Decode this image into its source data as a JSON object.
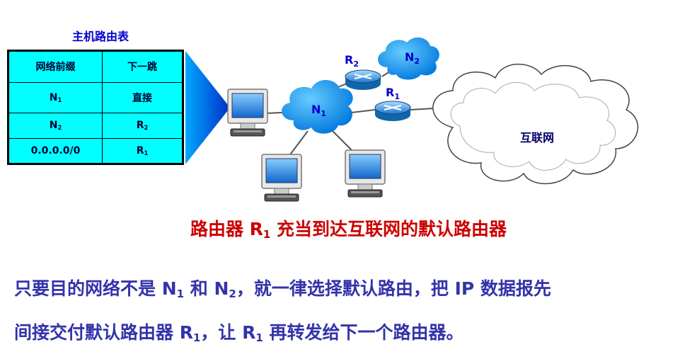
{
  "table": {
    "title": "主机路由表",
    "header": [
      "网络前缀",
      "下一跳"
    ],
    "rows": [
      {
        "prefix_main": "N",
        "prefix_sub": "1",
        "hop_main": "直接",
        "hop_sub": ""
      },
      {
        "prefix_main": "N",
        "prefix_sub": "2",
        "hop_main": "R",
        "hop_sub": "2"
      },
      {
        "prefix_main": "0.0.0.0/0",
        "prefix_sub": "",
        "hop_main": "R",
        "hop_sub": "1"
      }
    ]
  },
  "diagram": {
    "n1_main": "N",
    "n1_sub": "1",
    "n2_main": "N",
    "n2_sub": "2",
    "r1_main": "R",
    "r1_sub": "1",
    "r2_main": "R",
    "r2_sub": "2",
    "internet": "互联网"
  },
  "headline": {
    "a": "路由器 R",
    "sub": "1",
    "b": " 充当到达互联网的默认路由器"
  },
  "explanation": {
    "l1_a": "只要目的网络不是 N",
    "l1_s1": "1",
    "l1_b": " 和 N",
    "l1_s2": "2",
    "l1_c": "，就一律选择默认路由，把 IP 数据报先",
    "l2_a": "间接交付默认路由器 R",
    "l2_s1": "1",
    "l2_b": "，让 R",
    "l2_s2": "1",
    "l2_c": " 再转发给下一个路由器。"
  },
  "colors": {
    "table_bg": "#00ffff",
    "headline": "#cc0000",
    "body_text": "#3333aa",
    "label": "#0000cc"
  }
}
